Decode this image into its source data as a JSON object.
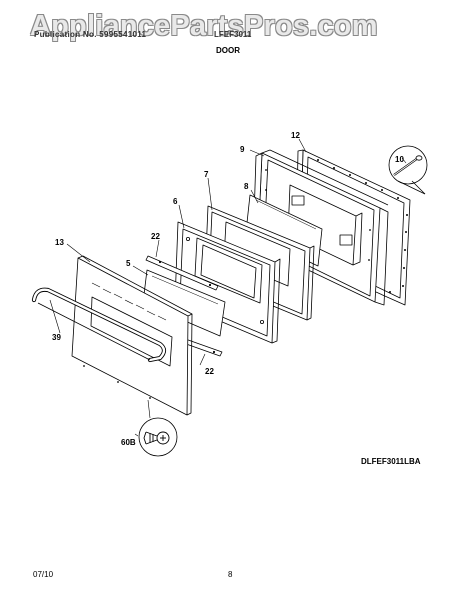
{
  "watermark": "AppliancePartsPros.com",
  "header": {
    "left_text": "Publication No. 5995541011",
    "right_text": "LFEF3011",
    "section": "DOOR"
  },
  "callouts": {
    "c12": "12",
    "c9": "9",
    "c10": "10",
    "c7": "7",
    "c8": "8",
    "c6": "6",
    "c22a": "22",
    "c13": "13",
    "c5": "5",
    "c39": "39",
    "c22b": "22",
    "c60b": "60B"
  },
  "model_code": "DLFEF3011LBA",
  "footer": {
    "date": "07/10",
    "page": "8"
  }
}
